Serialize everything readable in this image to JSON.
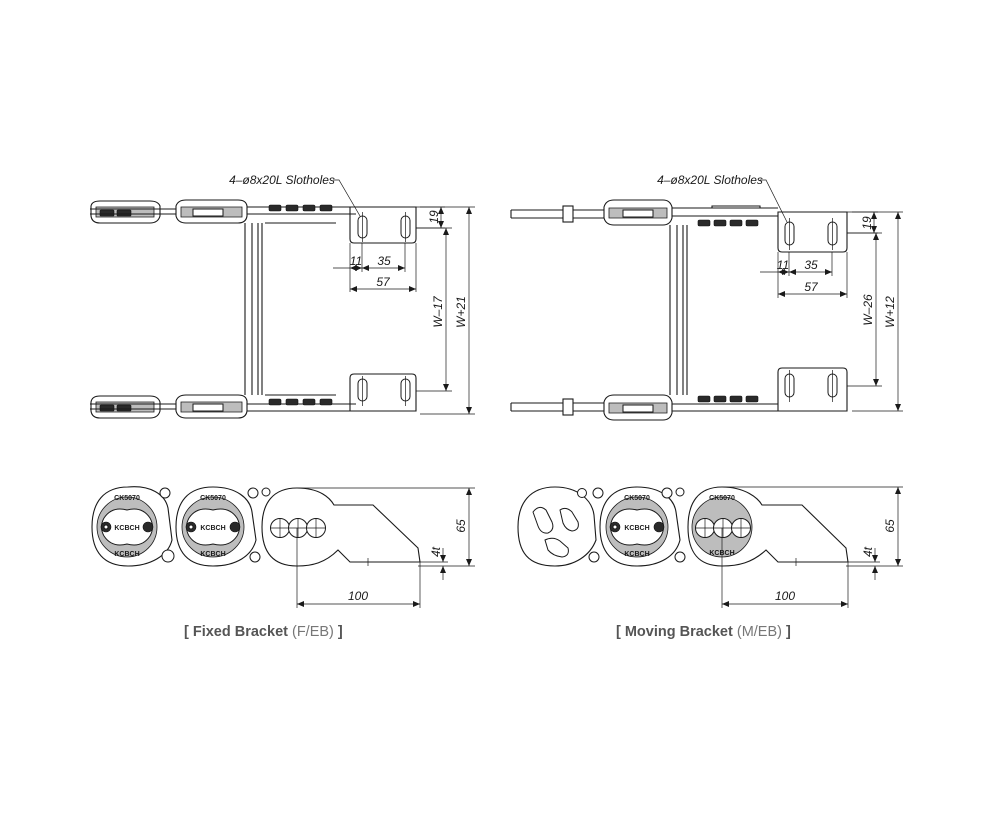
{
  "fixed": {
    "slot_label": "4–ø8x20L Slotholes",
    "dim_19": "19",
    "dim_11": "11",
    "dim_35": "35",
    "dim_57": "57",
    "dim_w_minus": "W–17",
    "dim_w_plus": "W+21",
    "dim_65": "65",
    "dim_4t": "4t",
    "dim_100": "100",
    "caption_open": "[ Fixed Bracket ",
    "caption_code": "(F/EB)",
    "caption_close": " ]"
  },
  "moving": {
    "slot_label": "4–ø8x20L Slotholes",
    "dim_19": "19",
    "dim_11": "11",
    "dim_35": "35",
    "dim_57": "57",
    "dim_w_minus": "W–26",
    "dim_w_plus": "W+12",
    "dim_65": "65",
    "dim_4t": "4t",
    "dim_100": "100",
    "caption_open": "[ Moving Bracket ",
    "caption_code": "(M/EB)",
    "caption_close": " ]"
  },
  "link_marking": {
    "model": "CK5070",
    "brand": "KCBCH"
  }
}
